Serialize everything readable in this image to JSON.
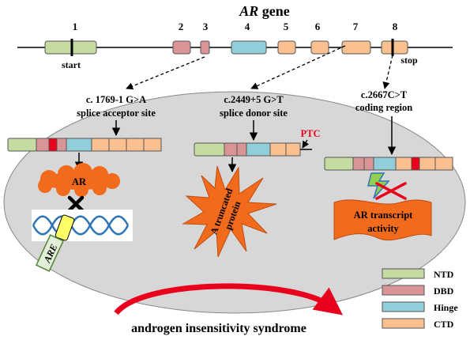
{
  "title": {
    "italic": "AR",
    "rest": " gene"
  },
  "exon_numbers": [
    "1",
    "2",
    "3",
    "4",
    "5",
    "6",
    "7",
    "8"
  ],
  "gene_markers": {
    "start": "start",
    "stop": "stop"
  },
  "variants": [
    {
      "line1": "c. 1769-1 G>A",
      "line2": "splice acceptor site"
    },
    {
      "line1": "c.2449+5 G>T",
      "line2": "splice donor site"
    },
    {
      "line1": "c.2667C>T",
      "line2": "coding region"
    }
  ],
  "ptc": {
    "label": "PTC",
    "color": "#e8001c"
  },
  "effects": {
    "ar": "AR",
    "are": "ARE",
    "truncated_line1": "A truncated",
    "truncated_line2": "protein",
    "activity_line1": "AR transcript",
    "activity_line2": "activity"
  },
  "legend": [
    {
      "label": "NTD",
      "color": "#c4dca0"
    },
    {
      "label": "DBD",
      "color": "#d99595"
    },
    {
      "label": "Hinge",
      "color": "#92cddc"
    },
    {
      "label": "CTD",
      "color": "#fac090"
    }
  ],
  "outcome": "androgen insensitivity syndrome",
  "colors": {
    "ellipse": "#d7d7d7",
    "burst": "#f26b1d",
    "arrow_red": "#e8001c",
    "dna_blue": "#2e75b6",
    "are_box": "#e2efd9",
    "yellow": "#ffff66"
  }
}
